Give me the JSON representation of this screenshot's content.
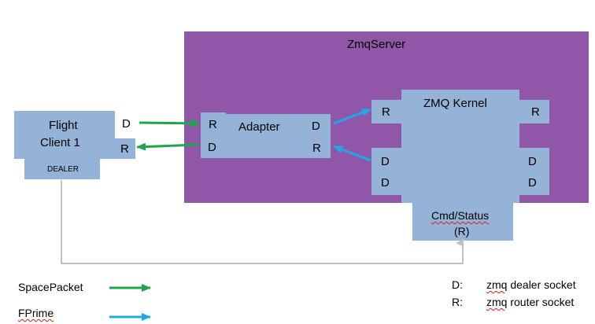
{
  "server": {
    "title": "ZmqServer"
  },
  "flight_client": {
    "line1": "Flight",
    "line2": "Client 1",
    "port_d": "D",
    "port_r": "R",
    "socket_label": "DEALER"
  },
  "adapter": {
    "name": "Adapter",
    "left_top": "R",
    "left_bottom": "D",
    "right_top": "D",
    "right_bottom": "R"
  },
  "kernel": {
    "name": "ZMQ Kernel",
    "left_top": "R",
    "right_top": "R",
    "left_d1": "D",
    "left_d2": "D",
    "right_d1": "D",
    "right_d2": "D"
  },
  "cmd_status": {
    "line1": "Cmd/Status",
    "line2": "(R)"
  },
  "legend": {
    "spacepacket": "SpacePacket",
    "fprime": "FPrime",
    "spacepacket_color": "#1fa64b",
    "fprime_color": "#1fa9e8",
    "link_color": "#c0c0c0"
  },
  "key": {
    "d_letter": "D:",
    "d_desc_word": "zmq",
    "d_desc_rest": " dealer socket",
    "r_letter": "R:",
    "r_desc_word": "zmq",
    "r_desc_rest": " router socket"
  }
}
